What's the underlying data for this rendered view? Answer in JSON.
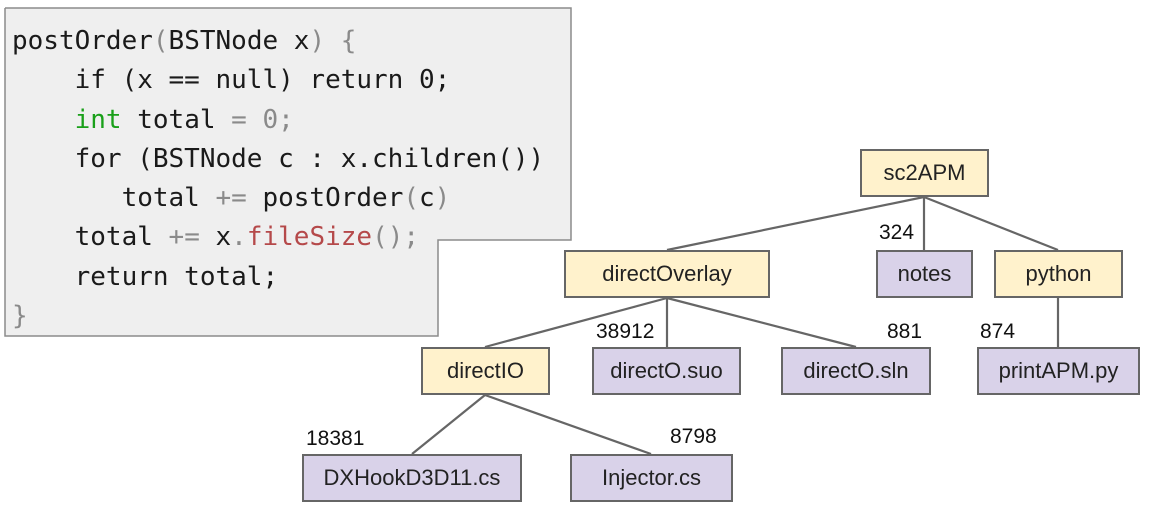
{
  "code": {
    "lines": [
      {
        "segments": [
          {
            "text": "postOrder"
          },
          {
            "text": "(",
            "style": "grey"
          },
          {
            "text": "BSTNode x"
          },
          {
            "text": ") {",
            "style": "grey"
          }
        ]
      },
      {
        "segments": [
          {
            "text": "    if (x == null) return 0;"
          }
        ]
      },
      {
        "segments": [
          {
            "text": "    "
          },
          {
            "text": "int",
            "style": "green"
          },
          {
            "text": " total "
          },
          {
            "text": "= 0;",
            "style": "grey"
          }
        ]
      },
      {
        "segments": [
          {
            "text": "    for (BSTNode c : x.children())"
          }
        ]
      },
      {
        "segments": [
          {
            "text": "       total "
          },
          {
            "text": "+=",
            "style": "grey"
          },
          {
            "text": " postOrder"
          },
          {
            "text": "(",
            "style": "grey"
          },
          {
            "text": "c"
          },
          {
            "text": ")",
            "style": "grey"
          }
        ]
      },
      {
        "segments": [
          {
            "text": "    total "
          },
          {
            "text": "+=",
            "style": "grey"
          },
          {
            "text": " x"
          },
          {
            "text": ".",
            "style": "grey"
          },
          {
            "text": "fileSize",
            "style": "red"
          },
          {
            "text": "();",
            "style": "grey"
          }
        ]
      },
      {
        "segments": [
          {
            "text": "    return total;"
          }
        ]
      },
      {
        "segments": [
          {
            "text": "}",
            "style": "grey"
          }
        ]
      }
    ]
  },
  "tree": {
    "nodes": {
      "sc2apm": {
        "label": "sc2APM",
        "kind": "directory"
      },
      "directoverlay": {
        "label": "directOverlay",
        "kind": "directory"
      },
      "notes": {
        "label": "notes",
        "kind": "file"
      },
      "python": {
        "label": "python",
        "kind": "directory"
      },
      "directio": {
        "label": "directIO",
        "kind": "directory"
      },
      "directo_suo": {
        "label": "directO.suo",
        "kind": "file"
      },
      "directo_sln": {
        "label": "directO.sln",
        "kind": "file"
      },
      "printapm": {
        "label": "printAPM.py",
        "kind": "file"
      },
      "dxhook": {
        "label": "DXHookD3D11.cs",
        "kind": "file"
      },
      "injector": {
        "label": "Injector.cs",
        "kind": "file"
      }
    },
    "sizes": {
      "notes": "324",
      "directo_suo": "38912",
      "directo_sln": "881",
      "printapm": "874",
      "dxhook": "18381",
      "injector": "8798"
    },
    "colors": {
      "directory": "#fff2cc",
      "file": "#d9d2e9",
      "edge": "#666666"
    }
  }
}
